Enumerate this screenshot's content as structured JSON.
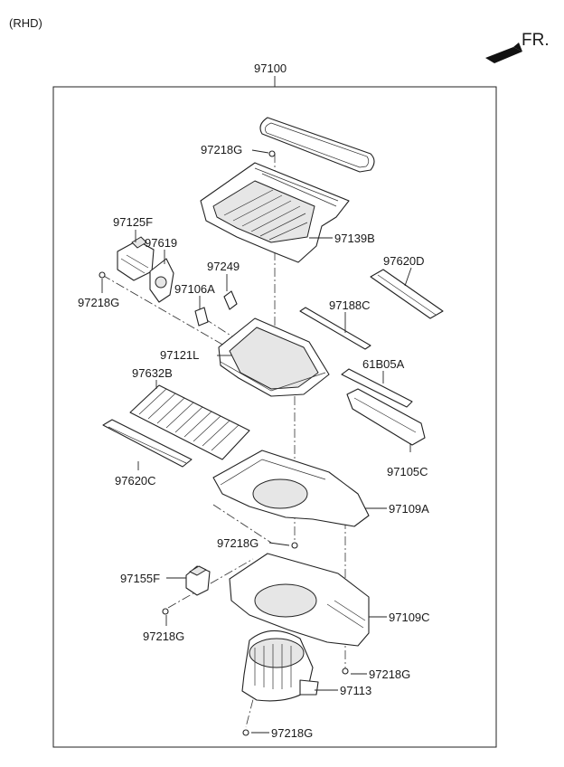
{
  "header": {
    "variant": "(RHD)",
    "direction": "FR."
  },
  "assembly": {
    "number": "97100"
  },
  "callouts": {
    "p97218G_top": "97218G",
    "p97139B": "97139B",
    "p97125F": "97125F",
    "p97619": "97619",
    "p97249": "97249",
    "p97620D": "97620D",
    "p97106A": "97106A",
    "p97218G_left": "97218G",
    "p97188C": "97188C",
    "p97121L": "97121L",
    "p61B05A": "61B05A",
    "p97632B": "97632B",
    "p97105C": "97105C",
    "p97620C": "97620C",
    "p97109A": "97109A",
    "p97218G_mid": "97218G",
    "p97155F": "97155F",
    "p97109C": "97109C",
    "p97218G_lowleft": "97218G",
    "p97218G_right": "97218G",
    "p97113": "97113",
    "p97218G_bottom": "97218G"
  },
  "colors": {
    "line": "#222222",
    "arrow": "#111111",
    "background": "#ffffff"
  }
}
